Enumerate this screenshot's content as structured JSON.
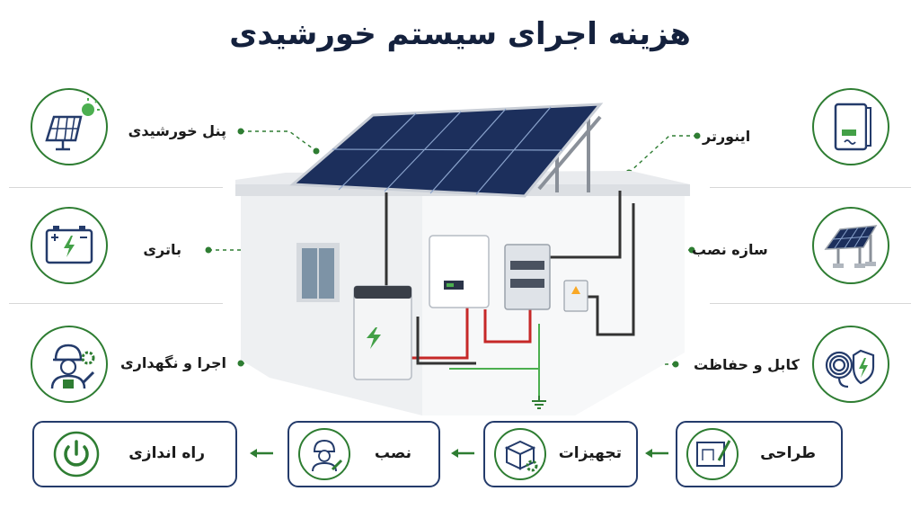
{
  "title": "هزینه اجرای سیستم خورشیدی",
  "left_items": [
    {
      "label": "پنل خورشیدی",
      "icon": "solar-panel-icon"
    },
    {
      "label": "باتری",
      "icon": "battery-icon"
    },
    {
      "label": "اجرا و نگهداری",
      "icon": "worker-icon"
    }
  ],
  "right_items": [
    {
      "label": "اینورتر",
      "icon": "inverter-icon"
    },
    {
      "label": "سازه نصب",
      "icon": "mounting-structure-icon"
    },
    {
      "label": "کابل و حفاظت",
      "icon": "cable-shield-icon"
    }
  ],
  "steps": [
    {
      "label": "طراحی",
      "icon": "blueprint-icon"
    },
    {
      "label": "تجهیزات",
      "icon": "equipment-box-icon"
    },
    {
      "label": "نصب",
      "icon": "installer-icon"
    },
    {
      "label": "راه اندازی",
      "icon": "power-icon"
    }
  ],
  "colors": {
    "accent": "#2e7d32",
    "navy": "#243b6b",
    "title": "#14213d"
  }
}
